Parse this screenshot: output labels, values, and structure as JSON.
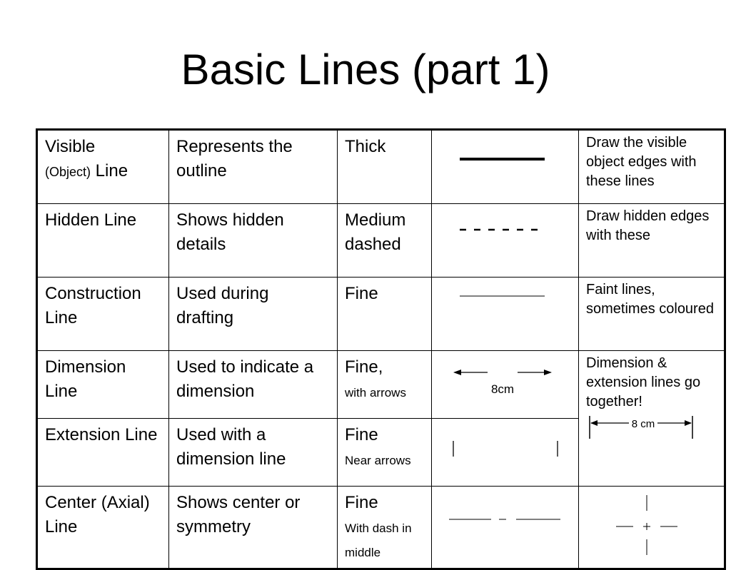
{
  "title": "Basic Lines (part 1)",
  "rows": [
    {
      "name_main": "Visible",
      "name_small": "(Object)",
      "name_tail": " Line",
      "description": "Represents the outline",
      "weight": "Thick",
      "weight_note": "",
      "note": "Draw the visible object edges with these lines"
    },
    {
      "name_main": "Hidden Line",
      "description": "Shows hidden details",
      "weight": "Medium dashed",
      "weight_note": "",
      "note": "Draw hidden edges with these"
    },
    {
      "name_main": "Construction Line",
      "description": "Used during drafting",
      "weight": "Fine",
      "weight_note": "",
      "note": "Faint lines, sometimes coloured"
    },
    {
      "name_main": "Dimension Line",
      "description": "Used to indicate a dimension",
      "weight": "Fine,",
      "weight_note": "with arrows",
      "sample_label": "8cm",
      "note": "Dimension & extension lines go together!",
      "note_sample_label": "8 cm"
    },
    {
      "name_main": "Extension Line",
      "description": "Used with a dimension line",
      "weight": "Fine",
      "weight_note": "Near arrows"
    },
    {
      "name_main": "Center (Axial) Line",
      "description": "Shows center or symmetry",
      "weight": "Fine",
      "weight_note": "With dash in middle"
    }
  ]
}
